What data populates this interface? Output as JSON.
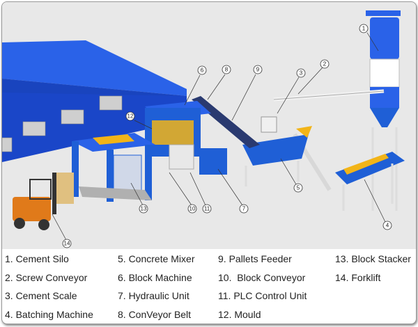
{
  "legend": {
    "items": [
      "1. Cement Silo",
      "2. Screw Conveyor",
      "3. Cement Scale",
      "4. Batching Machine",
      "5. Concrete Mixer",
      "6. Block Machine",
      "7. Hydraulic Unit",
      "8. ConVeyor Belt",
      "9. Pallets Feeder",
      "10.  Block Conveyor",
      "11. PLC Control Unit",
      "12. Mould",
      "13. Block Stacker",
      "14. Forklift"
    ]
  },
  "callouts": [
    "1",
    "2",
    "3",
    "4",
    "5",
    "6",
    "7",
    "8",
    "9",
    "10",
    "11",
    "12",
    "13",
    "14"
  ],
  "colors": {
    "machine_blue": "#1f5fd6",
    "floor": "#e6e6e6",
    "warehouse": "#1a50d8",
    "forklift": "#e07a1a",
    "silo_white": "#ffffff"
  }
}
